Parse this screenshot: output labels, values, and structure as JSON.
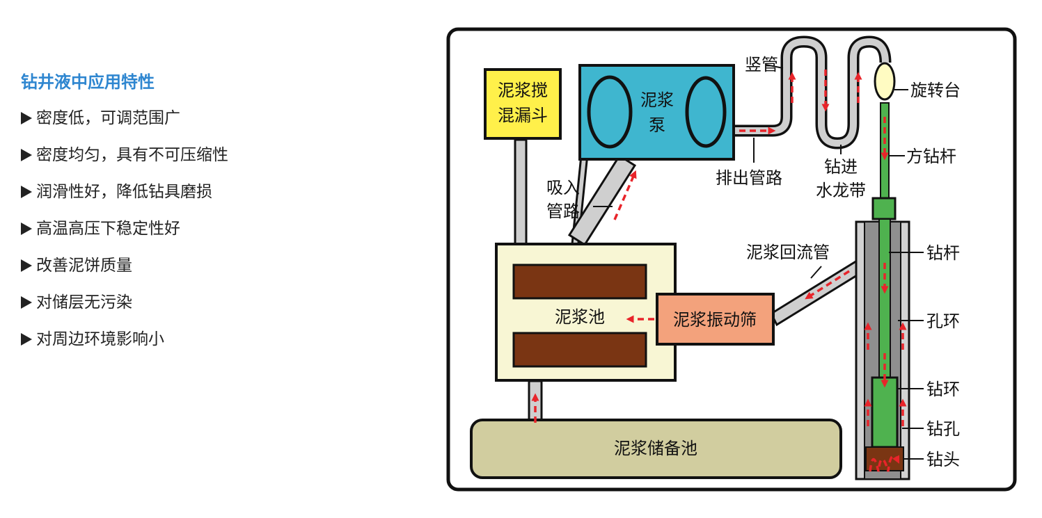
{
  "features": {
    "title": "钻井液中应用特性",
    "items": [
      "密度低，可调范围广",
      "密度均匀，具有不可压缩性",
      "润滑性好，降低钻具磨损",
      "高温高压下稳定性好",
      "改善泥饼质量",
      "对储层无污染",
      "对周边环境影响小"
    ]
  },
  "diagram": {
    "hopper": [
      "泥浆搅",
      "混漏斗"
    ],
    "pump": [
      "泥浆",
      "泵"
    ],
    "suction_line": [
      "吸入",
      "管路"
    ],
    "discharge_line": "排出管路",
    "standpipe": "竖管",
    "hose": [
      "钻进",
      "水龙带"
    ],
    "swivel": "旋转台",
    "kelly": "方钻杆",
    "return_line": "泥浆回流管",
    "drill_pipe": "钻杆",
    "annulus": "孔环",
    "drill_collar": "钻环",
    "borehole": "钻孔",
    "bit": "钻头",
    "mud_pit": "泥浆池",
    "shaker": "泥浆振动筛",
    "reserve_tank": "泥浆储备池"
  },
  "colors": {
    "title_blue": "#2e86d0",
    "pump_fill": "#3fb6cf",
    "hopper_fill": "#fff04a",
    "pit_fill": "#f8f6d4",
    "pit_cells": "#7a3513",
    "shaker_fill": "#f3a27c",
    "tank_fill": "#d1cd9f",
    "pipe_gray": "#cfcfcf",
    "drill_green": "#4fb24f",
    "flow_red": "#e8242a"
  }
}
